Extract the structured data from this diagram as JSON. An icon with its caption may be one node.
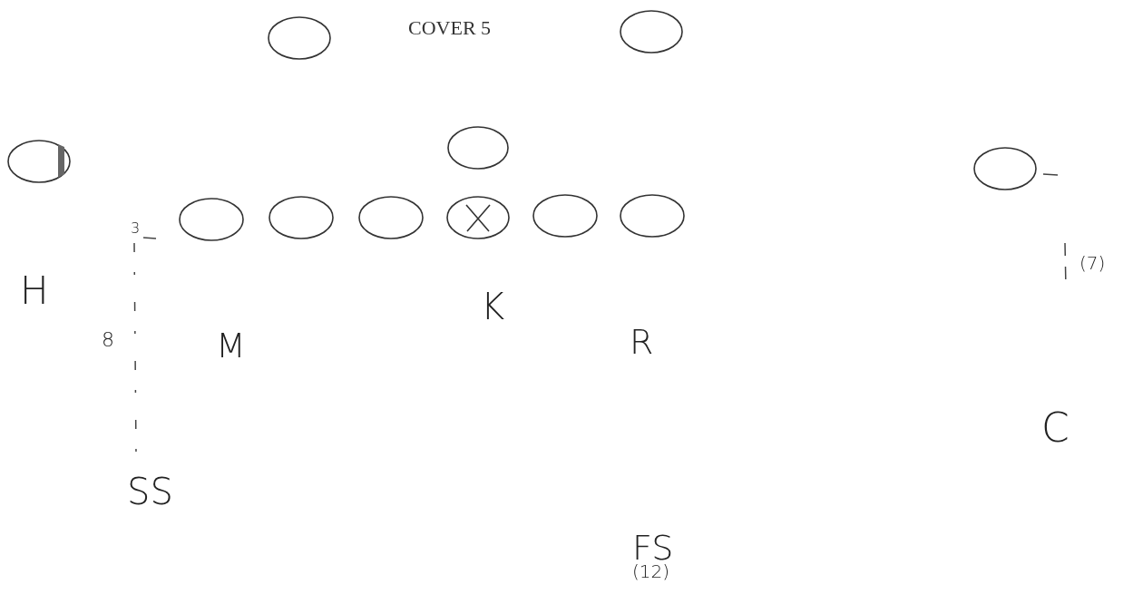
{
  "diagram": {
    "title": "COVER 5",
    "nodes": [
      {
        "text": [],
        "shape": "circle"
      },
      {
        "text": [],
        "shape": "circle"
      },
      {
        "text": [],
        "shape": "circle"
      },
      {
        "text": [],
        "shape": "circle"
      },
      {
        "text": [],
        "shape": "circle"
      },
      {
        "text": [],
        "shape": "circle"
      },
      {
        "text": [],
        "shape": "circle"
      },
      {
        "text": [],
        "shape": "circle"
      },
      {
        "text": [],
        "shape": "crossed-circle"
      },
      {
        "text": [],
        "shape": "circle"
      },
      {
        "text": [],
        "shape": "circle"
      }
    ],
    "edges": [],
    "labels": [
      "3",
      "H",
      "K",
      "(7)",
      "8",
      "M",
      "R",
      "C",
      "SS",
      "FS",
      "(12)"
    ]
  }
}
